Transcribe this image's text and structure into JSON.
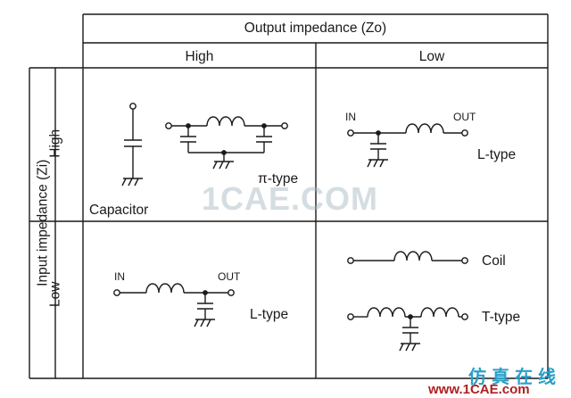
{
  "headers": {
    "output": "Output impedance (Zo)",
    "input": "Input impedance (Zi)",
    "out_high": "High",
    "out_low": "Low",
    "in_high": "High",
    "in_low": "Low"
  },
  "cells": {
    "high_high": {
      "capacitor": "Capacitor",
      "pi": "π-type"
    },
    "high_low": {
      "in": "IN",
      "out": "OUT",
      "type": "L-type"
    },
    "low_high": {
      "in": "IN",
      "out": "OUT",
      "type": "L-type"
    },
    "low_low": {
      "coil": "Coil",
      "t": "T-type"
    }
  },
  "watermark": {
    "main": "1CAE.COM",
    "cn": "仿真在线",
    "url": "www.1CAE.com"
  },
  "colors": {
    "line": "#1a1a1a",
    "background": "#ffffff"
  }
}
